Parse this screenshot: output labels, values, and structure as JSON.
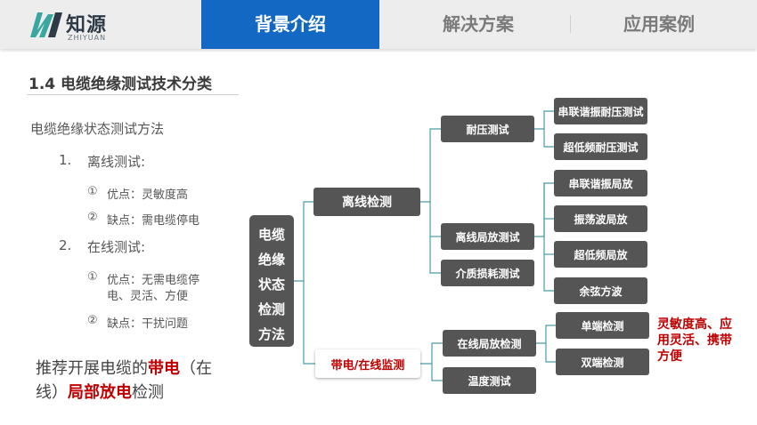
{
  "header": {
    "logo_cn": "知源",
    "logo_en": "ZHIYUAN",
    "tabs": [
      {
        "label": "背景介绍",
        "active": true
      },
      {
        "label": "解决方案",
        "active": false
      },
      {
        "label": "应用案例",
        "active": false
      }
    ]
  },
  "colors": {
    "accent": "#1268c3",
    "highlight": "#c00000",
    "node": "#555555",
    "line": "#4a9aa8"
  },
  "section": {
    "title": "1.4 电缆绝缘测试技术分类"
  },
  "left": {
    "heading": "电缆绝缘状态测试方法",
    "item1_num": "1.",
    "item1_label": "离线测试:",
    "item1_pros_mark": "①",
    "item1_pros": "优点：灵敏度高",
    "item1_cons_mark": "②",
    "item1_cons": "缺点：需电缆停电",
    "item2_num": "2.",
    "item2_label": "在线测试:",
    "item2_pros_mark": "①",
    "item2_pros_line1": "优点：无需电缆停",
    "item2_pros_line2": "电、灵活、方便",
    "item2_cons_mark": "②",
    "item2_cons": "缺点：干扰问题",
    "rec_a": "推荐开展电缆的",
    "rec_b": "带电",
    "rec_c": "（在",
    "rec_d": "线）",
    "rec_e": "局部放电",
    "rec_f": "检测"
  },
  "tree": {
    "root": [
      "电缆",
      "绝缘",
      "状态",
      "检测",
      "方法"
    ],
    "offline": "离线检测",
    "online": "带电/在线监测",
    "withstand": "耐压测试",
    "offline_pd": "离线局放测试",
    "dielectric": "介质损耗测试",
    "online_pd": "在线局放检测",
    "temperature": "温度测试",
    "series_withstand": "串联谐振耐压测试",
    "vlf_withstand": "超低频耐压测试",
    "series_pd": "串联谐振局放",
    "osc_wave_pd": "振荡波局放",
    "vlf_pd": "超低频局放",
    "cosine_wave": "余弦方波",
    "single_end": "单端检测",
    "double_end": "双端检测",
    "note_line1": "灵敏度高、应",
    "note_line2": "用灵活、携带",
    "note_line3": "方便"
  }
}
